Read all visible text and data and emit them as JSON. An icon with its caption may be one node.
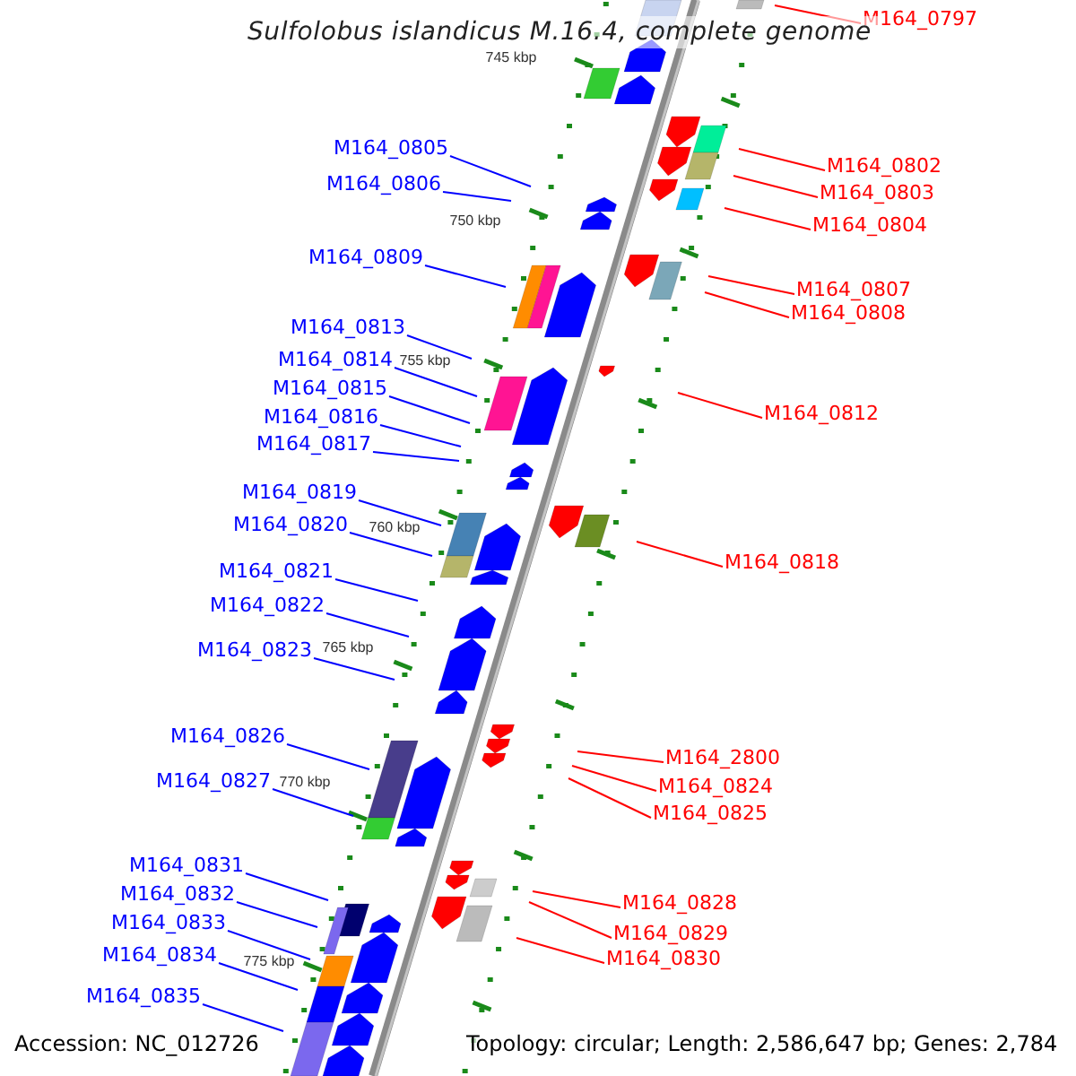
{
  "diagram": {
    "title": "Sulfolobus islandicus M.16.4, complete genome",
    "nodes": [
      {
        "text": [
          "M164_0805"
        ]
      },
      {
        "text": [
          "M164_0806"
        ]
      },
      {
        "text": [
          "M164_0809"
        ]
      },
      {
        "text": [
          "M164_0813"
        ]
      },
      {
        "text": [
          "M164_0814"
        ]
      },
      {
        "text": [
          "M164_0815"
        ]
      },
      {
        "text": [
          "M164_0816"
        ]
      },
      {
        "text": [
          "M164_0817"
        ]
      },
      {
        "text": [
          "M164_0819"
        ]
      },
      {
        "text": [
          "M164_0820"
        ]
      },
      {
        "text": [
          "M164_0821"
        ]
      },
      {
        "text": [
          "M164_0822"
        ]
      },
      {
        "text": [
          "M164_0823"
        ]
      },
      {
        "text": [
          "M164_0826"
        ]
      },
      {
        "text": [
          "M164_0827"
        ]
      },
      {
        "text": [
          "M164_0831"
        ]
      },
      {
        "text": [
          "M164_0832"
        ]
      },
      {
        "text": [
          "M164_0833"
        ]
      },
      {
        "text": [
          "M164_0834"
        ]
      },
      {
        "text": [
          "M164_0835"
        ]
      },
      {
        "text": [
          "M164_0797"
        ]
      },
      {
        "text": [
          "M164_0802"
        ]
      },
      {
        "text": [
          "M164_0803"
        ]
      },
      {
        "text": [
          "M164_0804"
        ]
      },
      {
        "text": [
          "M164_0807"
        ]
      },
      {
        "text": [
          "M164_0808"
        ]
      },
      {
        "text": [
          "M164_0812"
        ]
      },
      {
        "text": [
          "M164_0818"
        ]
      },
      {
        "text": [
          "M164_2800"
        ]
      },
      {
        "text": [
          "M164_0824"
        ]
      },
      {
        "text": [
          "M164_0825"
        ]
      },
      {
        "text": [
          "M164_0828"
        ]
      },
      {
        "text": [
          "M164_0829"
        ]
      },
      {
        "text": [
          "M164_0830"
        ]
      }
    ],
    "edges": [
      {
        "from": 0,
        "to": null,
        "arrow": "none"
      },
      {
        "from": 1,
        "to": null,
        "arrow": "none"
      },
      {
        "from": 2,
        "to": null,
        "arrow": "none"
      },
      {
        "from": 3,
        "to": null,
        "arrow": "none"
      },
      {
        "from": 4,
        "to": null,
        "arrow": "none"
      },
      {
        "from": 5,
        "to": null,
        "arrow": "none"
      },
      {
        "from": 6,
        "to": null,
        "arrow": "none"
      },
      {
        "from": 7,
        "to": null,
        "arrow": "none"
      },
      {
        "from": 8,
        "to": null,
        "arrow": "none"
      },
      {
        "from": 9,
        "to": null,
        "arrow": "none"
      },
      {
        "from": 10,
        "to": null,
        "arrow": "none"
      },
      {
        "from": 11,
        "to": null,
        "arrow": "none"
      },
      {
        "from": 12,
        "to": null,
        "arrow": "none"
      },
      {
        "from": 13,
        "to": null,
        "arrow": "none"
      },
      {
        "from": 14,
        "to": null,
        "arrow": "none"
      },
      {
        "from": 15,
        "to": null,
        "arrow": "none"
      },
      {
        "from": 16,
        "to": null,
        "arrow": "none"
      },
      {
        "from": 17,
        "to": null,
        "arrow": "none"
      },
      {
        "from": 18,
        "to": null,
        "arrow": "none"
      },
      {
        "from": 19,
        "to": null,
        "arrow": "none"
      },
      {
        "from": 20,
        "to": null,
        "arrow": "none",
        "color": "#ff0000"
      },
      {
        "from": 21,
        "to": null,
        "arrow": "none",
        "color": "#ff0000"
      },
      {
        "from": 22,
        "to": null,
        "arrow": "none",
        "color": "#ff0000"
      },
      {
        "from": 23,
        "to": null,
        "arrow": "none",
        "color": "#ff0000"
      },
      {
        "from": 24,
        "to": null,
        "arrow": "none",
        "color": "#ff0000"
      },
      {
        "from": 25,
        "to": null,
        "arrow": "none",
        "color": "#ff0000"
      },
      {
        "from": 26,
        "to": null,
        "arrow": "none",
        "color": "#ff0000"
      },
      {
        "from": 27,
        "to": null,
        "arrow": "none",
        "color": "#ff0000"
      },
      {
        "from": 28,
        "to": null,
        "arrow": "none",
        "color": "#ff0000"
      },
      {
        "from": 29,
        "to": null,
        "arrow": "none",
        "color": "#ff0000"
      },
      {
        "from": 30,
        "to": null,
        "arrow": "none",
        "color": "#ff0000"
      },
      {
        "from": 31,
        "to": null,
        "arrow": "none",
        "color": "#ff0000"
      },
      {
        "from": 32,
        "to": null,
        "arrow": "none",
        "color": "#ff0000"
      },
      {
        "from": 33,
        "to": null,
        "arrow": "none",
        "color": "#ff0000"
      }
    ],
    "labels": [
      "745 kbp",
      "750 kbp",
      "755 kbp",
      "760 kbp",
      "765 kbp",
      "770 kbp",
      "775 kbp",
      "Accession: NC_012726",
      "Topology: circular; Length: 2,586,647 bp; Genes: 2,784"
    ]
  }
}
